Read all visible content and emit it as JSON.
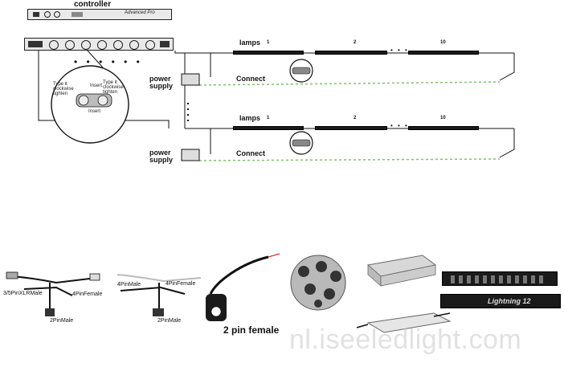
{
  "top": {
    "controller_label": "controller",
    "controller_brand": "Advanced Pro",
    "lamps_label": "lamps",
    "lamp_numbers": [
      "1",
      "2",
      "10"
    ],
    "power_supply_label": "power\nsupply",
    "connect_label": "Connect",
    "connector_inset": {
      "left_label": "Type it clockwise tighten",
      "mid_label": "Insert",
      "right_label": "Type it clockwise tighten",
      "bottom_label": "Insert"
    }
  },
  "bottom": {
    "cable1": {
      "label_left": "3/5PinXLRMale",
      "label_right": "4PinFemale",
      "label_bottom": "2PinMale"
    },
    "cable2": {
      "label_left": "4PinMale",
      "label_right": "4PinFemale",
      "label_bottom": "2PinMale"
    },
    "pin_female_label": "2 pin female",
    "rack_label": "Lightning 12"
  },
  "watermark": "nl.iseeledlight.com",
  "colors": {
    "line": "#111111",
    "green_dash": "#7cc46a",
    "rack_dark": "#1a1a1a",
    "rack_light": "#e9e9e9",
    "watermark": "#c8c8c8"
  }
}
